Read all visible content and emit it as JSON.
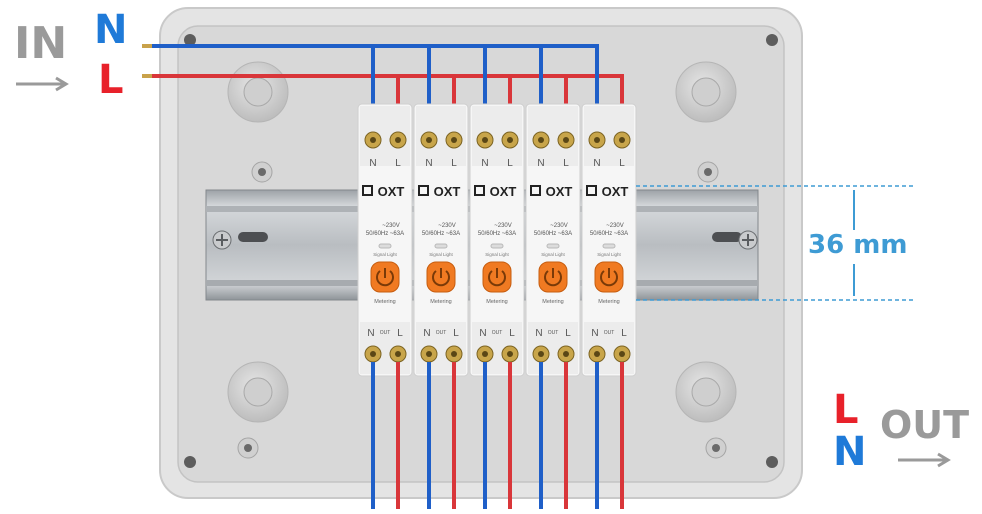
{
  "labels": {
    "input": "IN",
    "output": "OUT",
    "neutral": "N",
    "live": "L",
    "rail_height": "36 mm"
  },
  "module": {
    "brand": "OXT",
    "rating_line1": "~230V",
    "rating_line2": "50/60Hz ~63A",
    "indicator": "Signal Light",
    "function": "Metering",
    "top_terminals": [
      "N",
      "L"
    ],
    "bottom_terminals": [
      "N",
      "OUT",
      "L"
    ],
    "count": 5
  },
  "colors": {
    "neutral_wire": "#1f5fc8",
    "live_wire": "#d9363a",
    "dimension": "#3e9bd4",
    "button": "#f07a22"
  }
}
